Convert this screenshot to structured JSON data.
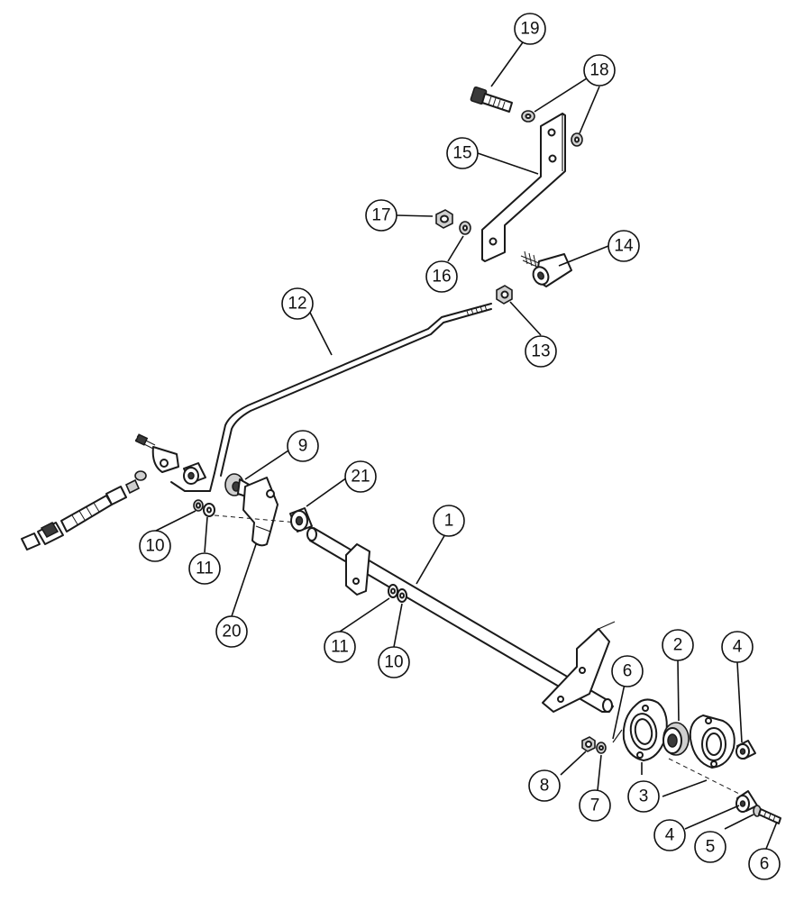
{
  "callouts": [
    {
      "id": "c19",
      "label": "19"
    },
    {
      "id": "c18",
      "label": "18"
    },
    {
      "id": "c15",
      "label": "15"
    },
    {
      "id": "c17",
      "label": "17"
    },
    {
      "id": "c16",
      "label": "16"
    },
    {
      "id": "c14",
      "label": "14"
    },
    {
      "id": "c12",
      "label": "12"
    },
    {
      "id": "c13",
      "label": "13"
    },
    {
      "id": "c9",
      "label": "9"
    },
    {
      "id": "c21",
      "label": "21"
    },
    {
      "id": "c1",
      "label": "1"
    },
    {
      "id": "c10a",
      "label": "10"
    },
    {
      "id": "c11a",
      "label": "11"
    },
    {
      "id": "c20",
      "label": "20"
    },
    {
      "id": "c11b",
      "label": "11"
    },
    {
      "id": "c10b",
      "label": "10"
    },
    {
      "id": "c6a",
      "label": "6"
    },
    {
      "id": "c2",
      "label": "2"
    },
    {
      "id": "c4a",
      "label": "4"
    },
    {
      "id": "c8",
      "label": "8"
    },
    {
      "id": "c7",
      "label": "7"
    },
    {
      "id": "c3",
      "label": "3"
    },
    {
      "id": "c4b",
      "label": "4"
    },
    {
      "id": "c5",
      "label": "5"
    },
    {
      "id": "c6b",
      "label": "6"
    }
  ]
}
